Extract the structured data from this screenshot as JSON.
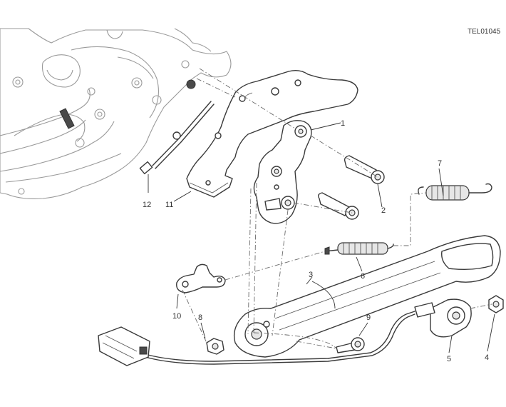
{
  "diagram": {
    "code": "TEL01045",
    "callouts": {
      "c1": "1",
      "c2": "2",
      "c3": "3",
      "c4": "4",
      "c5": "5",
      "c6": "6",
      "c7": "7",
      "c8": "8",
      "c9": "9",
      "c10": "10",
      "c11": "11",
      "c12": "12"
    }
  }
}
